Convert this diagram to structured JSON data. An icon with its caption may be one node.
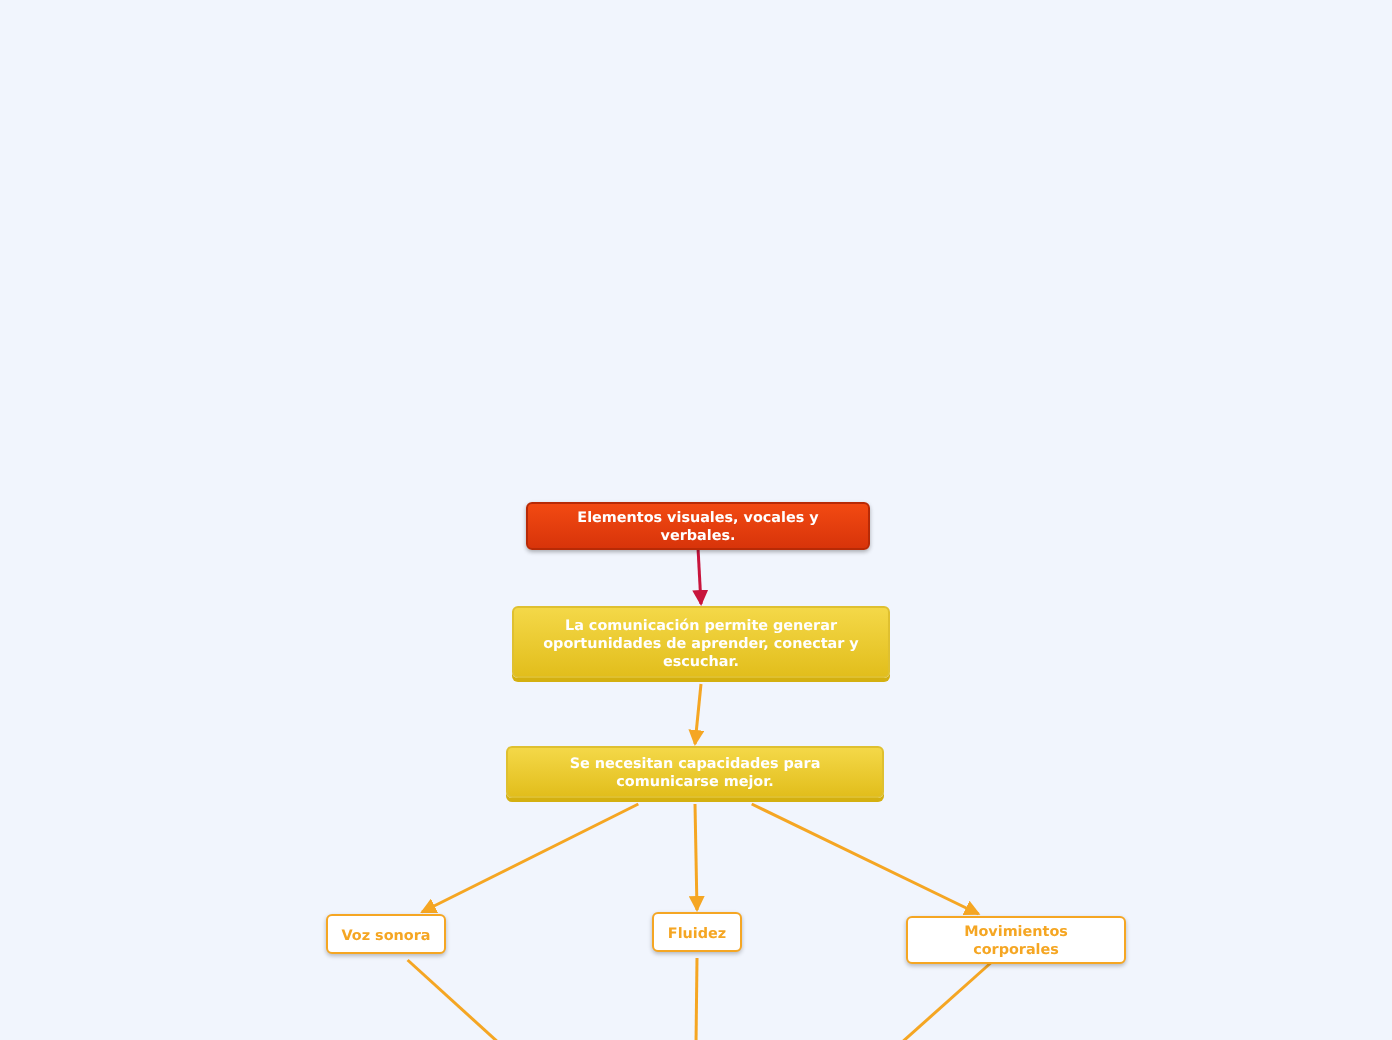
{
  "diagram": {
    "nodes": [
      {
        "text": [
          "Elementos visuales, vocales y verbales."
        ]
      },
      {
        "text": [
          "La comunicación permite generar oportunidades de aprender, conectar y escuchar."
        ]
      },
      {
        "text": [
          "Se necesitan capacidades para comunicarse mejor."
        ]
      },
      {
        "text": [
          "Voz sonora"
        ]
      },
      {
        "text": [
          "Fluidez"
        ]
      },
      {
        "text": [
          "Movimientos corporales"
        ]
      }
    ],
    "edges": [
      {
        "from": 0,
        "to": 1,
        "arrow": "to",
        "color": "#c8143c"
      },
      {
        "from": 1,
        "to": 2,
        "arrow": "to"
      },
      {
        "from": 2,
        "to": 3,
        "arrow": "to"
      },
      {
        "from": 2,
        "to": 4,
        "arrow": "to"
      },
      {
        "from": 2,
        "to": 5,
        "arrow": "to"
      },
      {
        "from": 3,
        "to": null,
        "arrow": "none"
      },
      {
        "from": 4,
        "to": null,
        "arrow": "none"
      },
      {
        "from": 5,
        "to": null,
        "arrow": "none"
      }
    ]
  }
}
